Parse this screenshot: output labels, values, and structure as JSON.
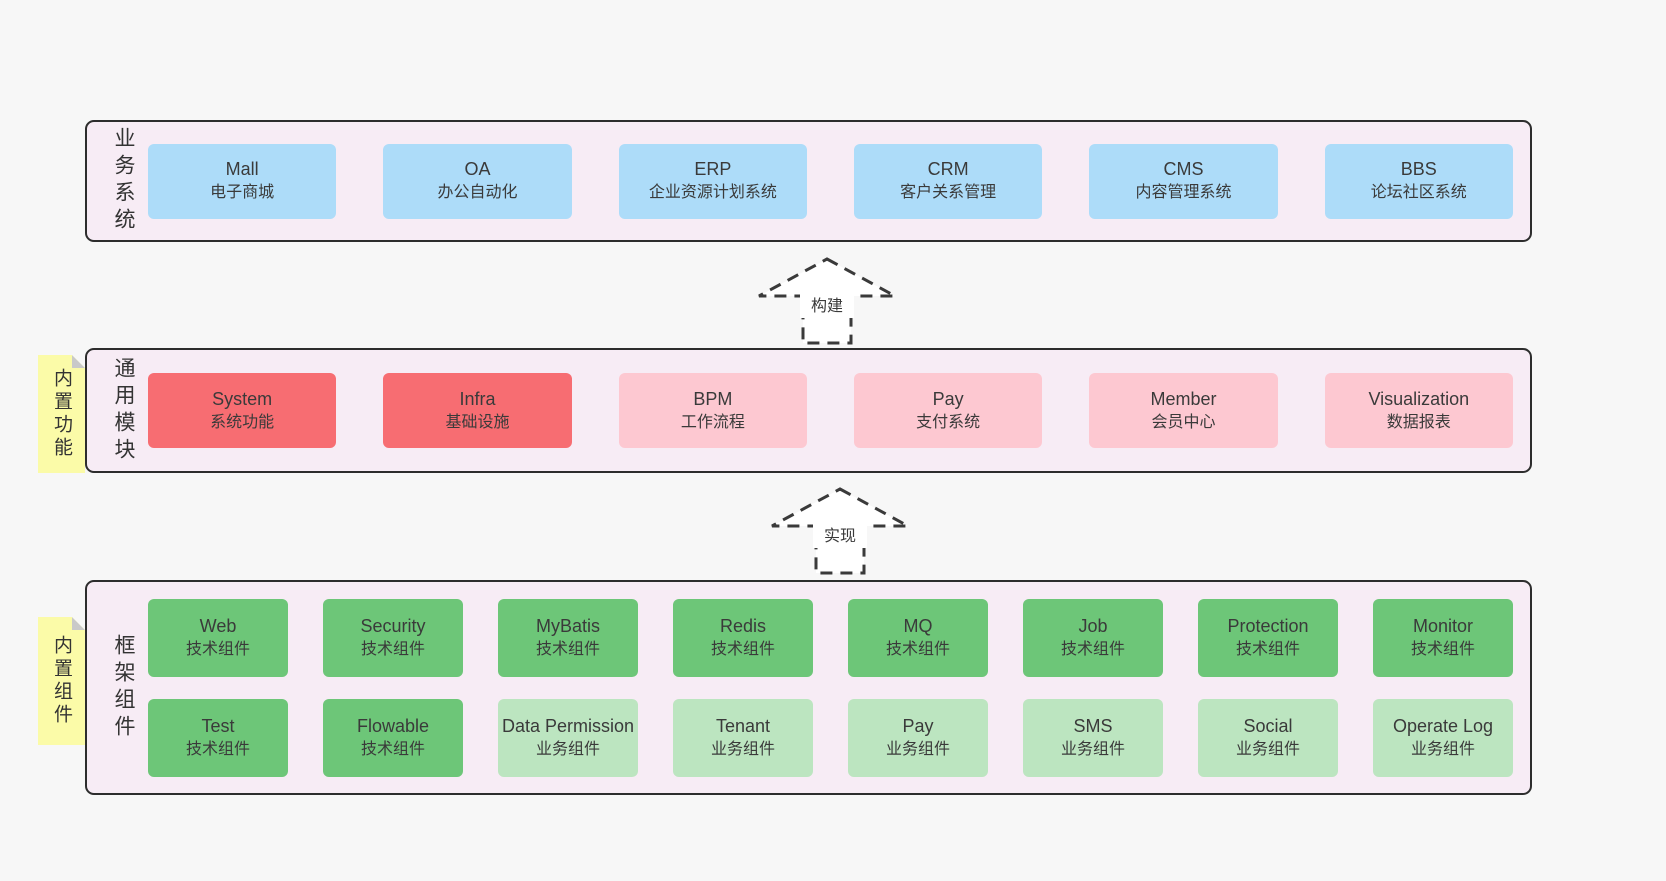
{
  "colors": {
    "page_bg": "#f7f7f7",
    "layer_bg": "#f7ecf5",
    "layer_border": "#2d2d2d",
    "blue": "#addcf9",
    "red": "#f76d72",
    "pink": "#fdc8d1",
    "green_dark": "#6dc678",
    "green_light": "#bce5c0",
    "note_yellow": "#fbfba8",
    "note_fold": "#c9c9c9",
    "text": "#3a3a3a"
  },
  "arrows": [
    {
      "label": "构建"
    },
    {
      "label": "实现"
    }
  ],
  "layers": [
    {
      "label": "业务系统",
      "boxes": [
        {
          "name": "Mall",
          "desc": "电子商城"
        },
        {
          "name": "OA",
          "desc": "办公自动化"
        },
        {
          "name": "ERP",
          "desc": "企业资源计划系统"
        },
        {
          "name": "CRM",
          "desc": "客户关系管理"
        },
        {
          "name": "CMS",
          "desc": "内容管理系统"
        },
        {
          "name": "BBS",
          "desc": "论坛社区系统"
        }
      ]
    },
    {
      "label": "通用模块",
      "note": "内置功能",
      "boxes": [
        {
          "name": "System",
          "desc": "系统功能"
        },
        {
          "name": "Infra",
          "desc": "基础设施"
        },
        {
          "name": "BPM",
          "desc": "工作流程"
        },
        {
          "name": "Pay",
          "desc": "支付系统"
        },
        {
          "name": "Member",
          "desc": "会员中心"
        },
        {
          "name": "Visualization",
          "desc": "数据报表"
        }
      ]
    },
    {
      "label": "框架组件",
      "note": "内置组件",
      "row1": [
        {
          "name": "Web",
          "desc": "技术组件"
        },
        {
          "name": "Security",
          "desc": "技术组件"
        },
        {
          "name": "MyBatis",
          "desc": "技术组件"
        },
        {
          "name": "Redis",
          "desc": "技术组件"
        },
        {
          "name": "MQ",
          "desc": "技术组件"
        },
        {
          "name": "Job",
          "desc": "技术组件"
        },
        {
          "name": "Protection",
          "desc": "技术组件"
        },
        {
          "name": "Monitor",
          "desc": "技术组件"
        }
      ],
      "row2": [
        {
          "name": "Test",
          "desc": "技术组件"
        },
        {
          "name": "Flowable",
          "desc": "技术组件"
        },
        {
          "name": "Data Permission",
          "desc": "业务组件"
        },
        {
          "name": "Tenant",
          "desc": "业务组件"
        },
        {
          "name": "Pay",
          "desc": "业务组件"
        },
        {
          "name": "SMS",
          "desc": "业务组件"
        },
        {
          "name": "Social",
          "desc": "业务组件"
        },
        {
          "name": "Operate Log",
          "desc": "业务组件"
        }
      ]
    }
  ]
}
